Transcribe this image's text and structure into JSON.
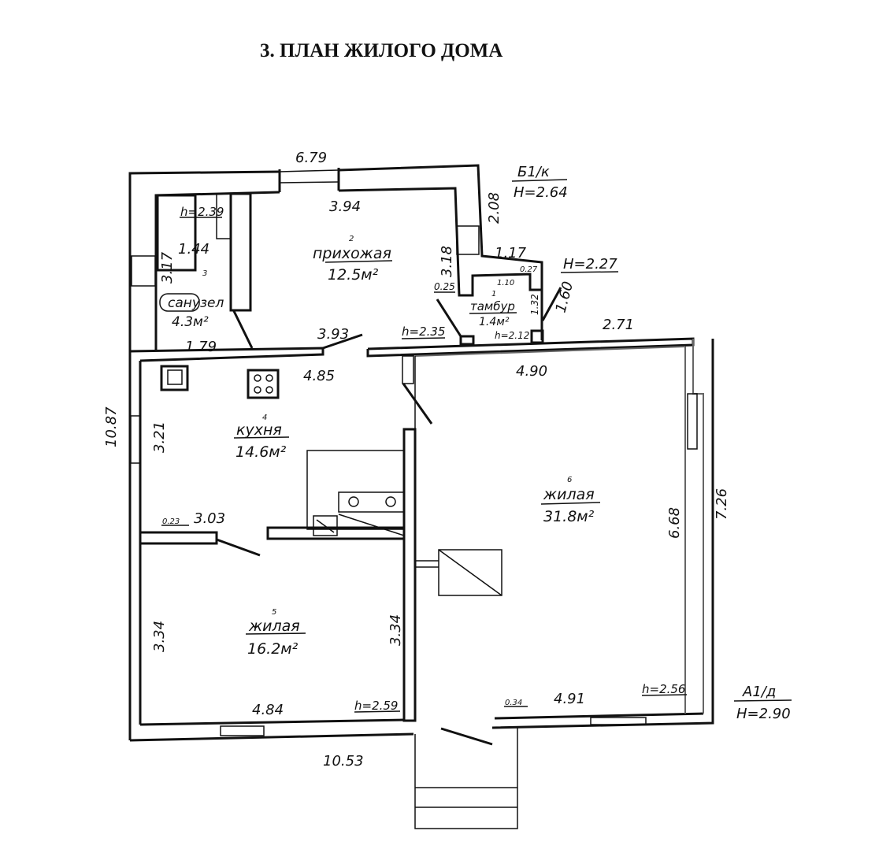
{
  "title": "3. ПЛАН ЖИЛОГО ДОМА",
  "dimensions": {
    "top_outer": "6.79",
    "top_inner": "3.94",
    "right_top": "2.08",
    "tambur_width_outer": "1.17",
    "tambur_side": "0.27",
    "tambur_inner": "1.10",
    "tambur_h1": "1.32",
    "tambur_h2": "1.60",
    "hall_side": "3.18",
    "hall_wall": "0.25",
    "hall_bottom": "3.93",
    "bath_height": "3.17",
    "bath_inner": "1.44",
    "bath_bottom": "1.79",
    "right_top_ext": "2.71",
    "kitchen_top": "4.85",
    "kitchen_side": "3.21",
    "kitchen_bottom": "3.03",
    "kitchen_wall": "0.23",
    "left_total": "10.87",
    "room5_left": "3.34",
    "room5_right": "3.34",
    "room5_bottom": "4.84",
    "bottom_total": "10.53",
    "room6_top": "4.90",
    "room6_right": "6.68",
    "right_total": "7.26",
    "room6_bottom": "4.91",
    "room6_wall": "0.34"
  },
  "heights": {
    "bath": "h=2.39",
    "hall": "h=2.35",
    "tambur": "h=2.12",
    "room5": "h=2.59",
    "room6": "h=2.56"
  },
  "labels": {
    "b1k": "Б1/к",
    "b1k_h": "H=2.64",
    "tambur_H": "H=2.27",
    "a1d": "А1/д",
    "a1d_h": "H=2.90"
  },
  "rooms": [
    {
      "number": "1",
      "name": "тамбур",
      "area": "1.4м²"
    },
    {
      "number": "2",
      "name": "прихожая",
      "area": "12.5м²"
    },
    {
      "number": "3",
      "name": "санузел",
      "area": "4.3м²"
    },
    {
      "number": "4",
      "name": "кухня",
      "area": "14.6м²"
    },
    {
      "number": "5",
      "name": "жилая",
      "area": "16.2м²"
    },
    {
      "number": "6",
      "name": "жилая",
      "area": "31.8м²"
    }
  ]
}
